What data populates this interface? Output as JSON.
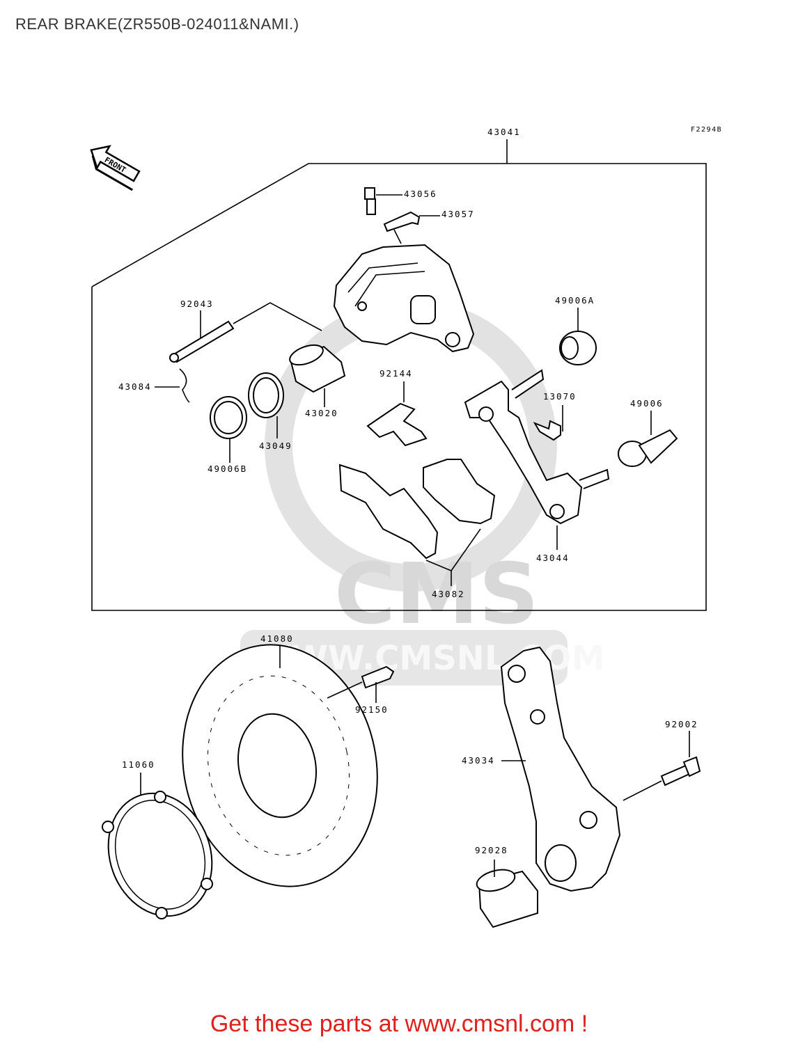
{
  "title": "REAR BRAKE(ZR550B-024011&NAMI.)",
  "figure_code": "F2294B",
  "front_label": "FRONT",
  "watermark": {
    "brand": "CMS",
    "url": "WWW.CMSNL.COM"
  },
  "footer": "Get these parts at www.cmsnl.com !",
  "parts": {
    "p43041": "43041",
    "p43056": "43056",
    "p43057": "43057",
    "p92043": "92043",
    "p49006A": "49006A",
    "p43084": "43084",
    "p92144": "92144",
    "p13070": "13070",
    "p49006": "49006",
    "p43020": "43020",
    "p43049": "43049",
    "p49006B": "49006B",
    "p43044": "43044",
    "p43082": "43082",
    "p41080": "41080",
    "p92150": "92150",
    "p92002": "92002",
    "p11060": "11060",
    "p43034": "43034",
    "p92028": "92028"
  },
  "colors": {
    "footer": "#e0201c",
    "watermark": "#d8d8d8",
    "line": "#000000"
  }
}
